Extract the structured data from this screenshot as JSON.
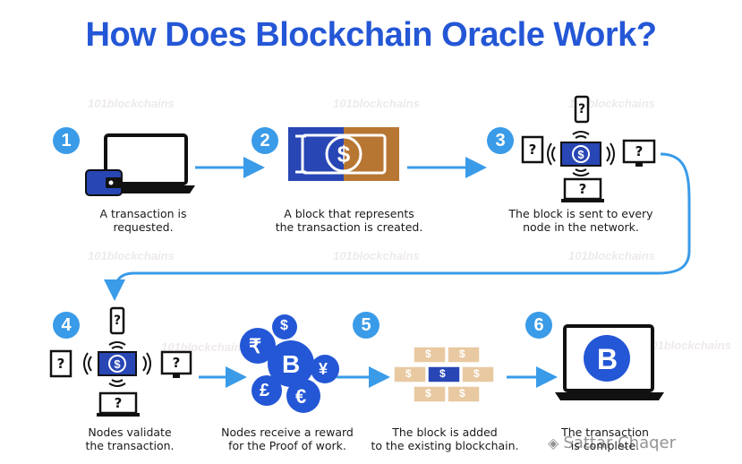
{
  "title": "How Does Blockchain Oracle Work?",
  "watermark": "101blockchains",
  "colors": {
    "title": "#2457d6",
    "badge": "#3a9be8",
    "arrow": "#3a9be8",
    "block_blue": "#2846b4",
    "block_brown": "#b87633",
    "block_tan": "#e8c9a1"
  },
  "steps": [
    {
      "number": "1",
      "caption": "A transaction is\nrequested.",
      "icon": "laptop-wallet-icon"
    },
    {
      "number": "2",
      "caption": "A block that represents\nthe transaction is created.",
      "icon": "dollar-block-icon"
    },
    {
      "number": "3",
      "caption": "The block is sent to every\nnode in the network.",
      "icon": "broadcast-nodes-icon"
    },
    {
      "number": "4",
      "caption": "Nodes validate\nthe transaction.",
      "icon": "validate-nodes-icon"
    },
    {
      "number": "",
      "caption": "Nodes receive a reward\nfor the Proof of work.",
      "icon": "coins-reward-icon"
    },
    {
      "number": "5",
      "caption": "The block is added\nto the existing blockchain.",
      "icon": "blockchain-stack-icon"
    },
    {
      "number": "6",
      "caption": "The transaction\nis complete.",
      "icon": "laptop-bitcoin-icon"
    }
  ],
  "node_mark": "?",
  "coin_symbols": [
    "₹",
    "$",
    "B",
    "¥",
    "£",
    "€"
  ],
  "signature": "Sattar Chaqer"
}
